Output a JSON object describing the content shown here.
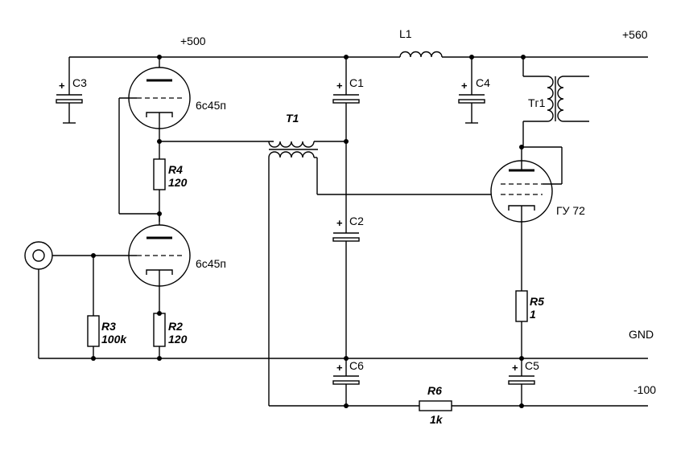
{
  "rails": {
    "plus500": "+500",
    "plus560": "+560",
    "gnd": "GND",
    "minus100": "-100"
  },
  "components": {
    "C1": "C1",
    "C2": "C2",
    "C3": "C3",
    "C4": "C4",
    "C5": "C5",
    "C6": "C6",
    "L1": "L1",
    "T1": "T1",
    "Tr1": "Тг1",
    "R2": {
      "name": "R2",
      "value": "120"
    },
    "R3": {
      "name": "R3",
      "value": "100k"
    },
    "R4": {
      "name": "R4",
      "value": "120"
    },
    "R5": {
      "name": "R5",
      "value": "1"
    },
    "R6": {
      "name": "R6",
      "value": "1k"
    },
    "V1": "6с45п",
    "V2": "6с45п",
    "V3": "ГУ 72"
  },
  "plus_sign": "+"
}
